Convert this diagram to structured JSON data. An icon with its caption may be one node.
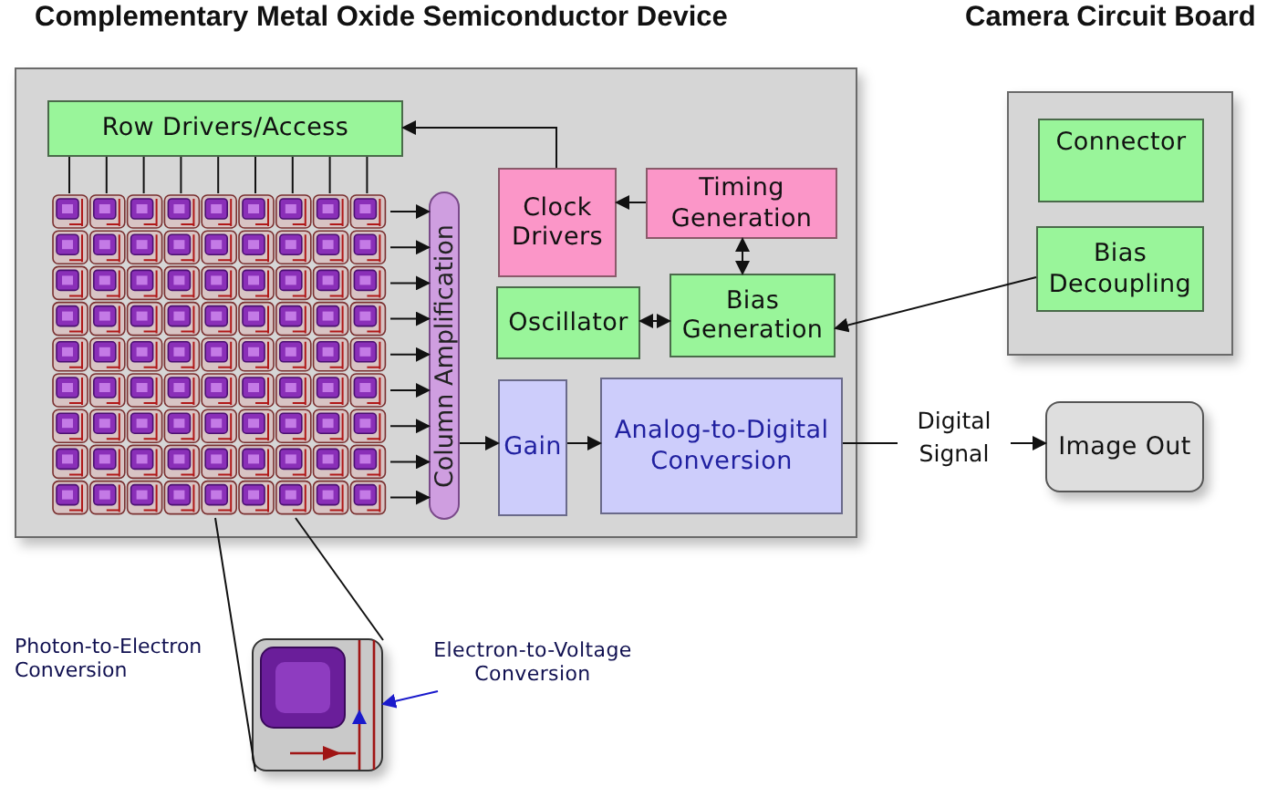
{
  "diagram": {
    "nodes": [
      {
        "text": [
          "Complementary Metal Oxide Semiconductor Device"
        ]
      },
      {
        "text": [
          "Row Drivers/Access"
        ],
        "in": 0
      },
      {
        "text": [],
        "shape": "picture",
        "in": 0
      },
      {
        "text": [
          "Column Amplification"
        ],
        "in": 0
      },
      {
        "text": [
          "Clock Drivers"
        ],
        "in": 0
      },
      {
        "text": [
          "Timing Generation"
        ],
        "in": 0
      },
      {
        "text": [
          "Oscillator"
        ],
        "in": 0
      },
      {
        "text": [
          "Bias Generation"
        ],
        "in": 0
      },
      {
        "text": [
          "Gain"
        ],
        "in": 0
      },
      {
        "text": [
          "Analog-to-Digital Conversion"
        ],
        "in": 0
      },
      {
        "text": [
          "Camera Circuit Board"
        ]
      },
      {
        "text": [
          "Connector"
        ],
        "in": 10
      },
      {
        "text": [
          "Bias Decoupling"
        ],
        "in": 10
      },
      {
        "text": [
          "Image Out"
        ]
      },
      {
        "text": [],
        "shape": "picture"
      },
      {
        "text": [
          "Electron-to-Voltage Conversion"
        ]
      }
    ],
    "edges": [
      {
        "from": 4,
        "to": 1,
        "arrow": "to"
      },
      {
        "from": 5,
        "to": 4,
        "arrow": "to"
      },
      {
        "from": 5,
        "to": 7,
        "arrow": "both"
      },
      {
        "from": 6,
        "to": 7,
        "arrow": "both"
      },
      {
        "from": 12,
        "to": 7,
        "arrow": "to"
      },
      {
        "from": 2,
        "to": 3,
        "arrow": "to"
      },
      {
        "from": 2,
        "to": 3,
        "arrow": "to"
      },
      {
        "from": 2,
        "to": 3,
        "arrow": "to"
      },
      {
        "from": 2,
        "to": 3,
        "arrow": "to"
      },
      {
        "from": 2,
        "to": 3,
        "arrow": "to"
      },
      {
        "from": 2,
        "to": 3,
        "arrow": "to"
      },
      {
        "from": 2,
        "to": 3,
        "arrow": "to"
      },
      {
        "from": 2,
        "to": 3,
        "arrow": "to"
      },
      {
        "from": 2,
        "to": 3,
        "arrow": "to"
      },
      {
        "from": 1,
        "to": 2,
        "arrow": "none"
      },
      {
        "from": 1,
        "to": 2,
        "arrow": "none"
      },
      {
        "from": 1,
        "to": 2,
        "arrow": "none"
      },
      {
        "from": 1,
        "to": 2,
        "arrow": "none"
      },
      {
        "from": 1,
        "to": 2,
        "arrow": "none"
      },
      {
        "from": 1,
        "to": 2,
        "arrow": "none"
      },
      {
        "from": 1,
        "to": 2,
        "arrow": "none"
      },
      {
        "from": 1,
        "to": 2,
        "arrow": "none"
      },
      {
        "from": 1,
        "to": 2,
        "arrow": "none"
      },
      {
        "from": 3,
        "to": 8,
        "arrow": "to"
      },
      {
        "from": 8,
        "to": 9,
        "arrow": "to"
      },
      {
        "from": 9,
        "to": 13,
        "arrow": "to",
        "label": "Digital Signal"
      },
      {
        "from": 2,
        "to": 14,
        "arrow": "none"
      },
      {
        "from": 2,
        "to": 14,
        "arrow": "none"
      },
      {
        "from": 15,
        "to": 14,
        "arrow": "to",
        "color": "#1a1acc"
      }
    ],
    "labels": [
      "Photon-to-Electron Conversion"
    ]
  }
}
